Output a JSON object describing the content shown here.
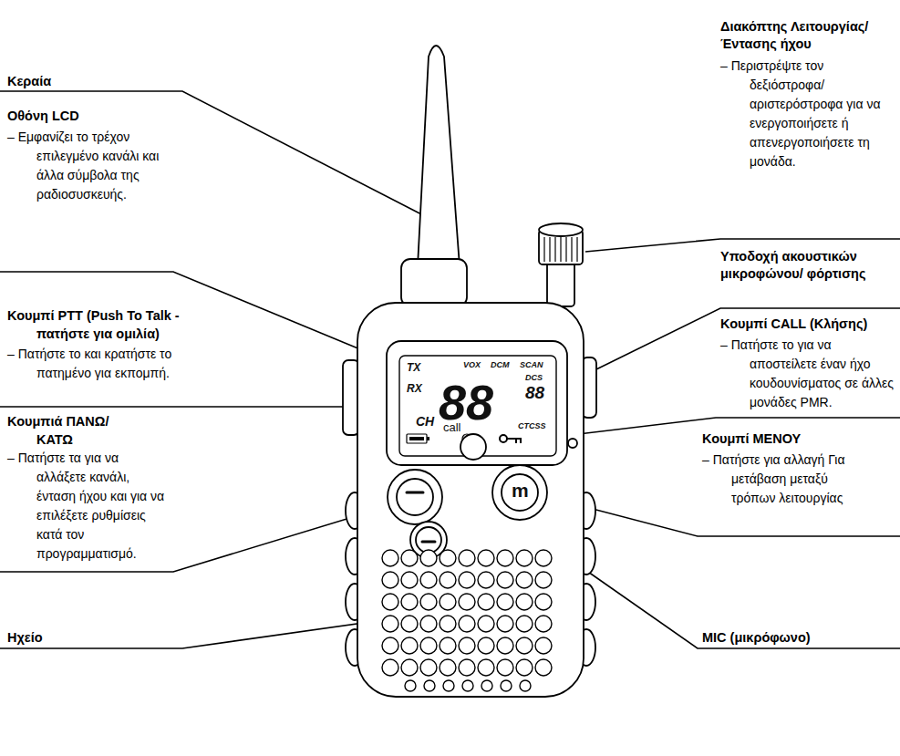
{
  "diagram": {
    "labels": [
      "Κεραία",
      "Οθόνη LCD",
      "– Εμφανίζει το τρέχον επιλεγμένο κανάλι και άλλα σύμβολα της ραδιοσυσκευής.",
      "Κουμπί PTT (Push To Talk - πατήστε για ομιλία)",
      "– Πατήστε το και κρατήστε το πατημένο για εκπομπή.",
      "Κουμπιά ΠΑΝΩ/ ΚΑΤΩ",
      "– Πατήστε τα για να αλλάξετε κανάλι, ένταση ήχου και για να επιλέξετε ρυθμίσεις κατά τον προγραμματισμό.",
      "Ηχείο",
      "Διακόπτης Λειτουργίας/ Έντασης ήχου",
      "– Περιστρέψτε τον δεξιόστροφα/ αριστερόστροφα για να ενεργοποιήσετε ή απενεργοποιήσετε τη μονάδα.",
      "Υποδοχή ακουστικών μικροφώνου/ φόρτισης",
      "Κουμπί CALL (Κλήσης)",
      "– Πατήστε το για να αποστείλετε έναν ήχο κουδουνίσματος σε άλλες μονάδες PMR.",
      "Κουμπί ΜΕΝΟΥ",
      "– Πατήστε για αλλαγή Για μετάβαση μεταξύ τρόπων λειτουργίας",
      "MIC (μικρόφωνο)",
      "TX",
      "RX",
      "VOX",
      "DCM",
      "SCAN",
      "CH",
      "88",
      "DCS",
      "88",
      "CTCSS",
      "call",
      "m"
    ]
  }
}
